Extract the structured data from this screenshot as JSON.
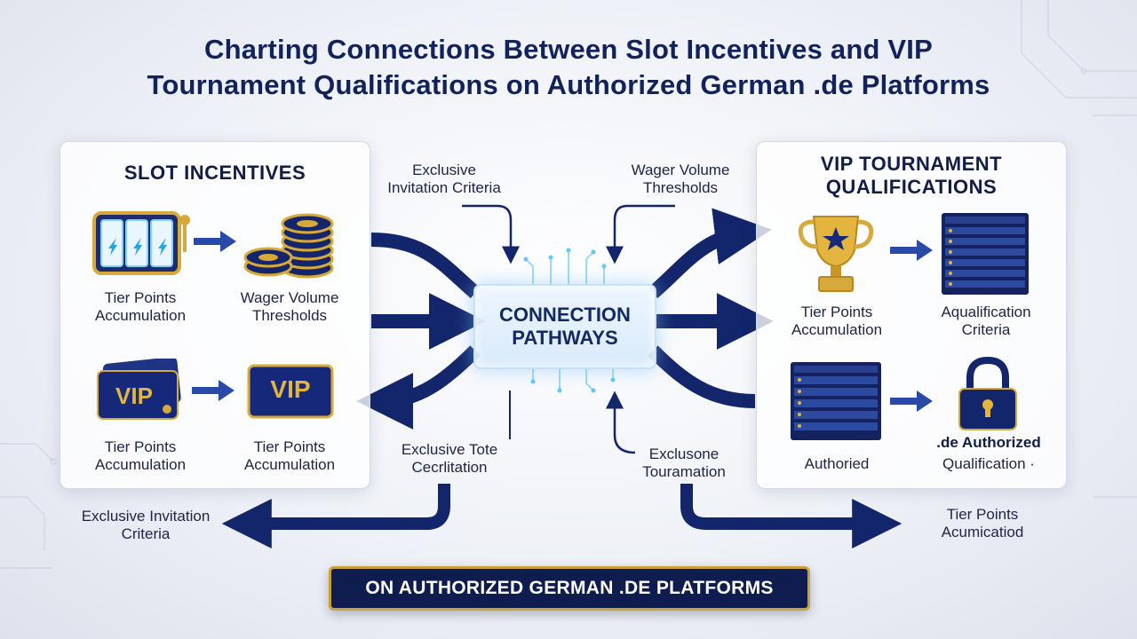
{
  "title": {
    "line1": "Charting Connections Between Slot Incentives and VIP",
    "line2": "Tournament Qualifications on Authorized German .de Platforms"
  },
  "left_panel": {
    "heading": "SLOT INCENTIVES",
    "items": [
      {
        "icon": "slot-machine-icon",
        "label1": "Tier Points",
        "label2": "Accumulation"
      },
      {
        "icon": "casino-chips-icon",
        "label1": "Wager Volume",
        "label2": "Thresholds"
      },
      {
        "icon": "vip-card-icon",
        "card_text": "VIP",
        "label1": "Tier Points",
        "label2": "Accumulation"
      },
      {
        "icon": "vip-card-icon",
        "card_text": "VIP",
        "label1": "Tier Points",
        "label2": "Accumulation"
      }
    ]
  },
  "right_panel": {
    "heading_line1": "VIP TOURNAMENT",
    "heading_line2": "QUALIFICATIONS",
    "items": [
      {
        "icon": "trophy-icon",
        "label1": "Tier Points",
        "label2": "Accumulation"
      },
      {
        "icon": "leaderboard-icon",
        "label1": "Aqualification",
        "label2": "Criteria"
      },
      {
        "icon": "leaderboard-icon",
        "label1": "Authoried",
        "label2": ""
      },
      {
        "icon": "padlock-icon",
        "overlay": ".de Authorized",
        "label1": "Qualification ·",
        "label2": ""
      }
    ]
  },
  "hub": {
    "text": "CONNECTION\nPATHWAYS"
  },
  "connectors": {
    "top_left": {
      "line1": "Exclusive",
      "line2": "Invitation Criteria"
    },
    "top_right": {
      "line1": "Wager Volume",
      "line2": "Thresholds"
    },
    "bottom_left": {
      "line1": "Exclusive Tote",
      "line2": "Cecrlitation"
    },
    "bottom_right": {
      "line1": "Exclusone",
      "line2": "Touramation"
    },
    "outer_left": {
      "line1": "Exclusive Invitation",
      "line2": "Criteria"
    },
    "outer_right": {
      "line1": "Tier Points",
      "line2": "Acumicatiod"
    }
  },
  "banner": {
    "text": "ON AUTHORIZED GERMAN .DE PLATFORMS"
  },
  "colors": {
    "navy": "#14266b",
    "gold": "#d4a72c",
    "glow": "#7fd6ff",
    "banner_bg": "#0f1d4e"
  }
}
